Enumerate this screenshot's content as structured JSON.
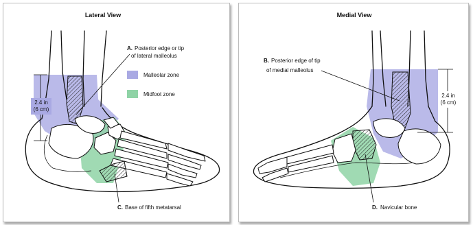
{
  "lateral_view": {
    "title": "Lateral View",
    "label_a_letter": "A.",
    "label_a_line1": "Posterior edge or tip",
    "label_a_line2": "of lateral malleolus",
    "legend_malleolar": "Malleolar zone",
    "legend_midfoot": "Midfoot zone",
    "measure_line1": "2.4 in",
    "measure_line2": "(6 cm)",
    "label_c_letter": "C.",
    "label_c_text": "Base of fifth metatarsal"
  },
  "medial_view": {
    "title": "Medial View",
    "label_b_letter": "B.",
    "label_b_line1": "Posterior edge of tip",
    "label_b_line2": "of medial malleolus",
    "measure_line1": "2.4 in",
    "measure_line2": "(6 cm)",
    "label_d_letter": "D.",
    "label_d_text": "Navicular bone"
  },
  "colors": {
    "malleolar_zone": "#a9a9e3",
    "midfoot_zone": "#8fd3a6",
    "outline": "#111111"
  }
}
